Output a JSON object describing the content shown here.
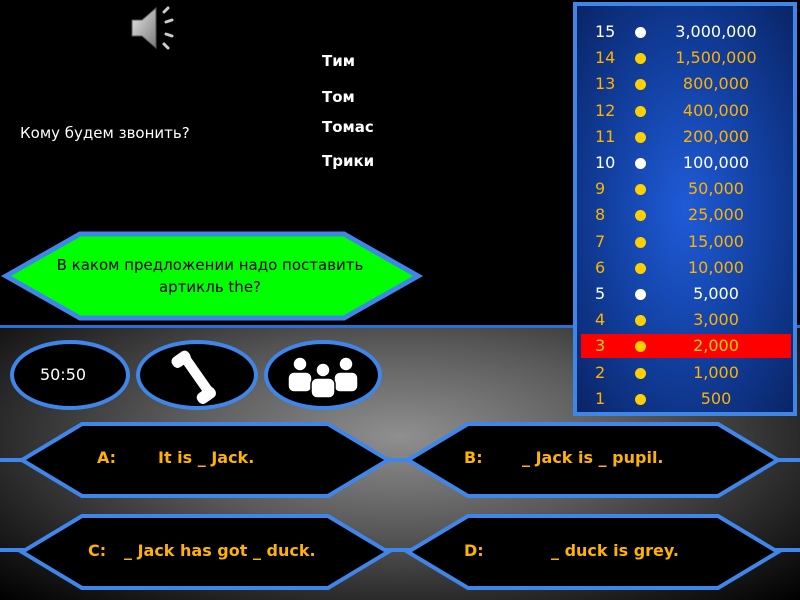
{
  "prompt": "Кому будем звонить?",
  "friends": [
    "Тим",
    "Том",
    "Томас",
    "Трики"
  ],
  "question": "В каком предложении надо поставить артикль the?",
  "lifelines": {
    "fifty_fifty": "50:50"
  },
  "answers": [
    {
      "letter": "A:",
      "text": "It is _ Jack."
    },
    {
      "letter": "B:",
      "text": "_ Jack is _ pupil."
    },
    {
      "letter": "C:",
      "text": "_ Jack has got _ duck."
    },
    {
      "letter": "D:",
      "text": "_ duck is grey."
    }
  ],
  "ladder": [
    {
      "level": "15",
      "amount": "3,000,000",
      "milestone": true
    },
    {
      "level": "14",
      "amount": "1,500,000",
      "milestone": false
    },
    {
      "level": "13",
      "amount": "800,000",
      "milestone": false
    },
    {
      "level": "12",
      "amount": "400,000",
      "milestone": false
    },
    {
      "level": "11",
      "amount": "200,000",
      "milestone": false
    },
    {
      "level": "10",
      "amount": "100,000",
      "milestone": true
    },
    {
      "level": "9",
      "amount": "50,000",
      "milestone": false
    },
    {
      "level": "8",
      "amount": "25,000",
      "milestone": false
    },
    {
      "level": "7",
      "amount": "15,000",
      "milestone": false
    },
    {
      "level": "6",
      "amount": "10,000",
      "milestone": false
    },
    {
      "level": "5",
      "amount": "5,000",
      "milestone": true
    },
    {
      "level": "4",
      "amount": "3,000",
      "milestone": false
    },
    {
      "level": "3",
      "amount": "2,000",
      "milestone": false,
      "current": true
    },
    {
      "level": "2",
      "amount": "1,000",
      "milestone": false
    },
    {
      "level": "1",
      "amount": "500",
      "milestone": false
    }
  ],
  "colors": {
    "accent_blue": "#3f86ea",
    "question_fill": "#00ff00",
    "gold": "#ffb300",
    "current_row": "#ff0000"
  },
  "icons": {
    "sound": "speaker-icon",
    "phone": "phone-icon",
    "audience": "audience-icon"
  }
}
